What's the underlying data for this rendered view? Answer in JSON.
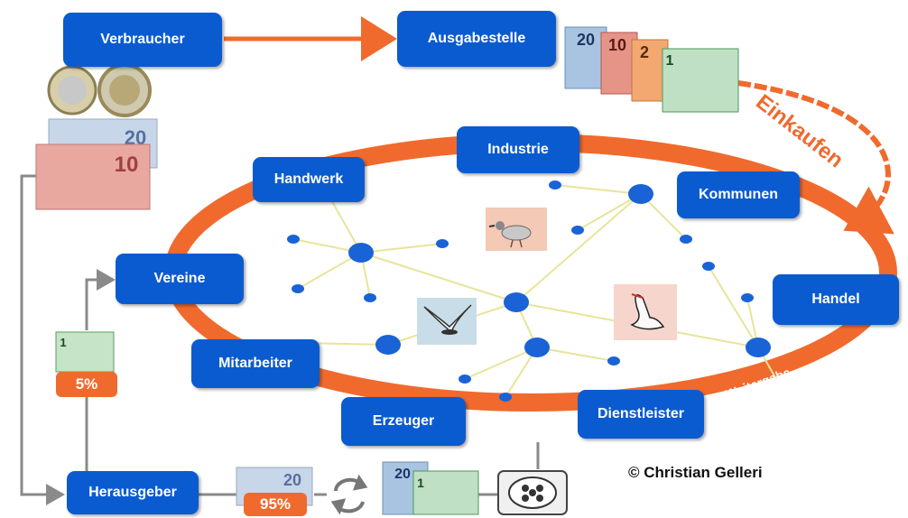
{
  "nodes": {
    "verbraucher": "Verbraucher",
    "ausgabestelle": "Ausgabestelle",
    "industrie": "Industrie",
    "handwerk": "Handwerk",
    "kommunen": "Kommunen",
    "vereine": "Vereine",
    "handel": "Handel",
    "mitarbeiter": "Mitarbeiter",
    "erzeuger": "Erzeuger",
    "dienstleister": "Dienstleister",
    "herausgeber": "Herausgeber"
  },
  "labels": {
    "einkaufen": "Einkaufen",
    "weitergabe": "Weitergabe",
    "pct_5": "5%",
    "pct_95": "95%",
    "copyright": "© Christian Gelleri"
  },
  "banknotes": {
    "regional_values": [
      "20",
      "10",
      "2",
      "1"
    ],
    "euro_values": [
      "20",
      "10"
    ],
    "small_note": "1"
  },
  "colors": {
    "box_blue": "#0a5bd0",
    "orange": "#f06a2e",
    "network_line": "#e8e49a",
    "network_node": "#1a63d6"
  }
}
